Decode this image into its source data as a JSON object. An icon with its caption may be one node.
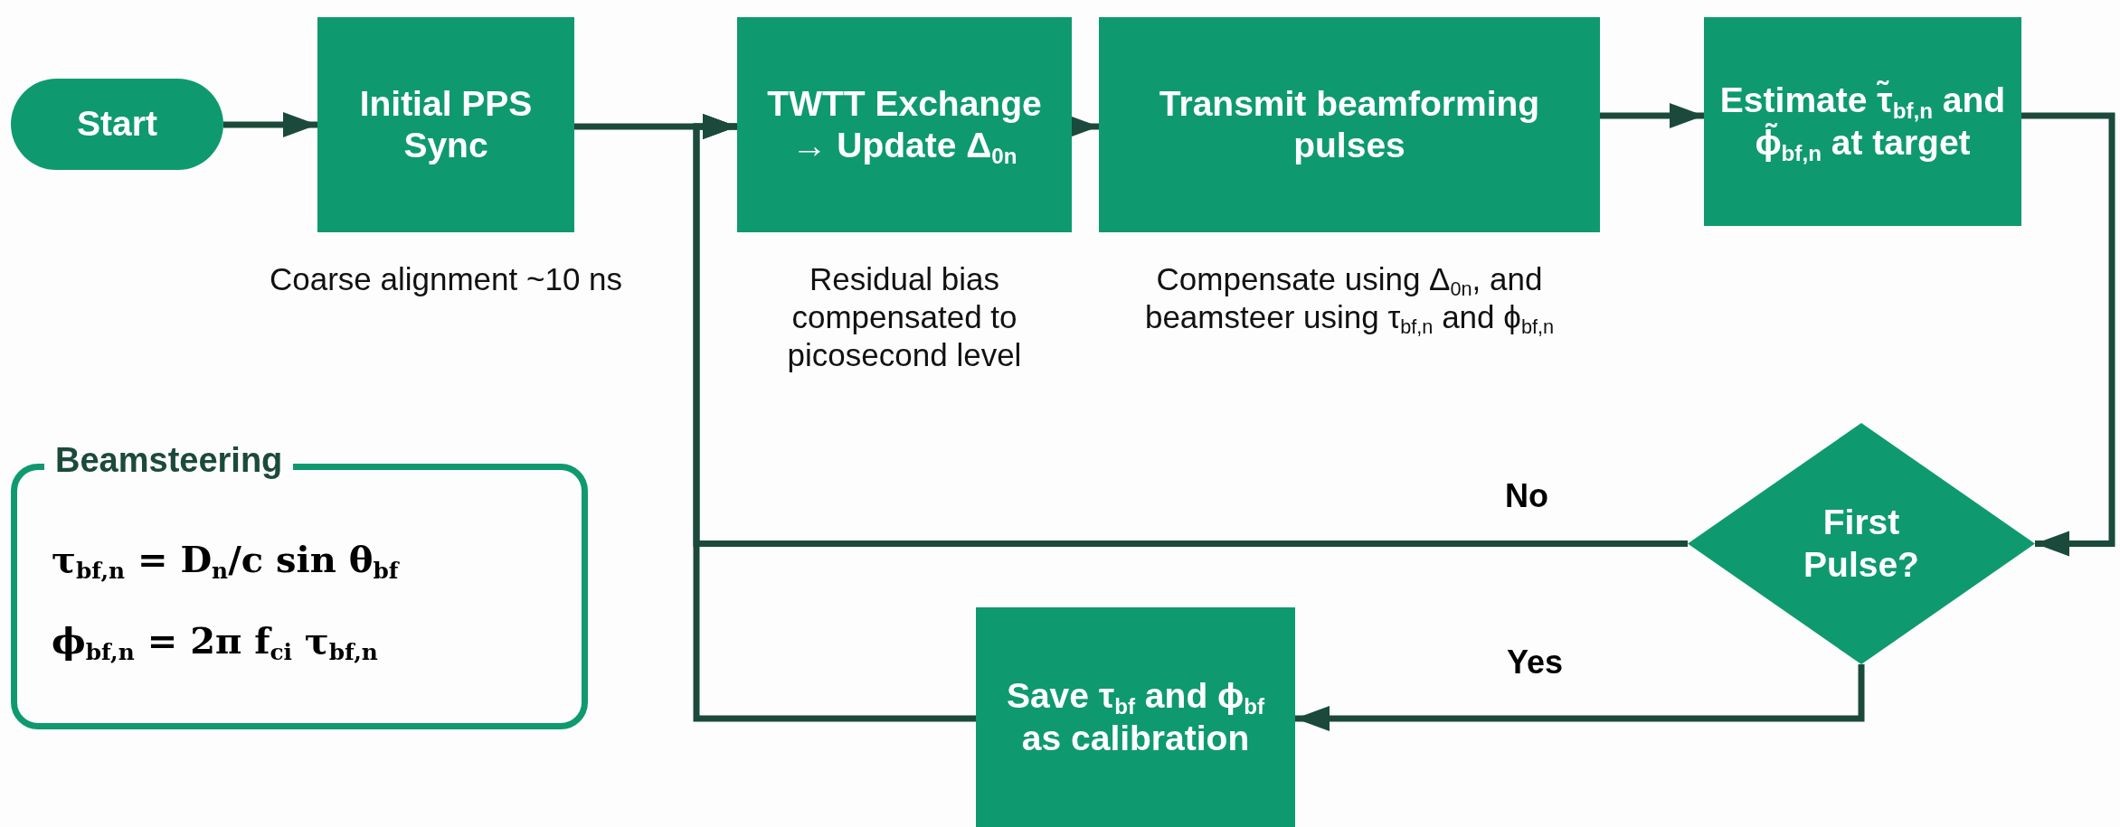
{
  "diagram": {
    "nodes": [
      {
        "text": [
          "Start"
        ]
      },
      {
        "text": [
          "Initial PPS Sync"
        ],
        "beside": [
          "Coarse alignment ~10 ns"
        ]
      },
      {
        "text": [
          "TWTT Exchange → Update Δ$_{0n}$"
        ],
        "beside": [
          "Residual bias compensated to picosecond level"
        ]
      },
      {
        "text": [
          "Transmit beamforming pulses"
        ],
        "beside": [
          "Compensate using Δ$_{0n}$, and beamsteer using τ$_{bf,n}$ and ϕ$_{bf,n}$"
        ]
      },
      {
        "text": [
          "Estimate τ̃$_{bf,n}$ and ϕ̃$_{bf,n}$ at target"
        ]
      },
      {
        "text": [
          "First Pulse?"
        ]
      },
      {
        "text": [
          "Save τ$_{bf}$ and ϕ$_{bf}$ as calibration"
        ]
      },
      {
        "text": [
          "Beamsteering",
          "τ$_{bf,n}$ = D$_{n}$/c sin θ$_{bf}$",
          "ϕ$_{bf,n}$ = 2π f$_{ci}$ τ$_{bf,n}$"
        ]
      }
    ],
    "edges": [
      {
        "from": 0,
        "to": 1,
        "arrow": "to"
      },
      {
        "from": 1,
        "to": 2,
        "arrow": "to"
      },
      {
        "from": 2,
        "to": 3,
        "arrow": "to"
      },
      {
        "from": 3,
        "to": 4,
        "arrow": "to"
      },
      {
        "from": 4,
        "to": 5,
        "arrow": "to"
      },
      {
        "from": 5,
        "to": 2,
        "arrow": "to",
        "label": "No"
      },
      {
        "from": 5,
        "to": 6,
        "arrow": "to",
        "label": "Yes"
      },
      {
        "from": 6,
        "to": 2,
        "arrow": "to"
      }
    ]
  }
}
